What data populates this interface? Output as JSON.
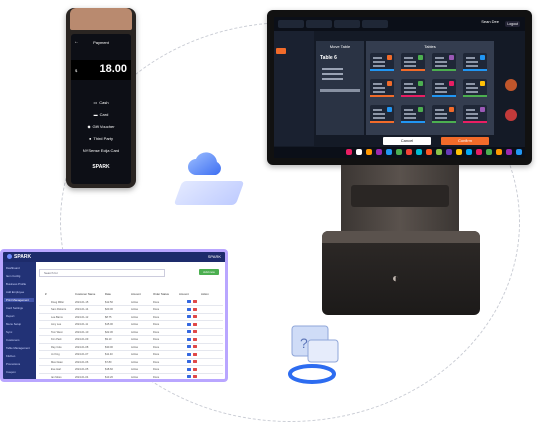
{
  "handheld": {
    "title": "Payment",
    "back_glyph": "←",
    "currency": "$",
    "amount": "18.00",
    "methods": [
      {
        "label": "Cash",
        "icon": "cash-icon",
        "glyph": "▭"
      },
      {
        "label": "Card",
        "icon": "card-icon",
        "glyph": "▬"
      },
      {
        "label": "Gift Voucher",
        "icon": "gift-icon",
        "glyph": "◆"
      },
      {
        "label": "Third Party",
        "icon": "third-party-icon",
        "glyph": "●"
      },
      {
        "label": "NYSense Ecija Card",
        "icon": "none",
        "glyph": ""
      }
    ],
    "logo": "SPARK"
  },
  "monitor": {
    "modal_left_title": "Move Table",
    "modal_table": "Table 6",
    "modal_right_title": "Tables",
    "cancel_label": "Cancel",
    "confirm_label": "Confirm",
    "user": "Sean Dee",
    "logout_label": "Logout"
  },
  "dashboard": {
    "brand": "SPARK",
    "brand_right": "SPARK",
    "search_placeholder": "Search for",
    "add_label": "Add new",
    "sidebar": [
      "Dashboard",
      "Item Config",
      "Business Profile",
      "Add Employee",
      "Print Management",
      "Card Settings",
      "Report",
      "Menu Setup",
      "Sync",
      "Customers",
      "Table Management",
      "Kitchen",
      "Promotions",
      "Coupon"
    ],
    "columns": [
      "#",
      "Customer Name",
      "Date",
      "Amount",
      "Order Status",
      "Amount",
      "Action"
    ],
    "rows": [
      [
        "Doug Miller",
        "2024-01-15",
        "$12.50",
        "Active",
        "Done"
      ],
      [
        "Sam Roberts",
        "2024-01-14",
        "$20.00",
        "Active",
        "Done"
      ],
      [
        "Lee Barns",
        "2024-01-12",
        "$8.75",
        "Active",
        "Done"
      ],
      [
        "Amy Lee",
        "2024-01-11",
        "$15.00",
        "Active",
        "Done"
      ],
      [
        "Tom West",
        "2024-01-10",
        "$22.30",
        "Active",
        "Done"
      ],
      [
        "Kim Park",
        "2024-01-09",
        "$9.10",
        "Active",
        "Done"
      ],
      [
        "Ray Cole",
        "2024-01-08",
        "$30.00",
        "Active",
        "Done"
      ],
      [
        "Jo King",
        "2024-01-07",
        "$11.40",
        "Active",
        "Done"
      ],
      [
        "Max Dean",
        "2024-01-06",
        "$7.80",
        "Active",
        "Done"
      ],
      [
        "Eve Hart",
        "2024-01-05",
        "$18.60",
        "Active",
        "Done"
      ],
      [
        "Ian Moss",
        "2024-01-04",
        "$13.20",
        "Active",
        "Done"
      ]
    ]
  },
  "colors": {
    "accent_orange": "#f26b2a",
    "dashboard_navy": "#1d2b6b",
    "border_purple": "#b9a6ff"
  }
}
